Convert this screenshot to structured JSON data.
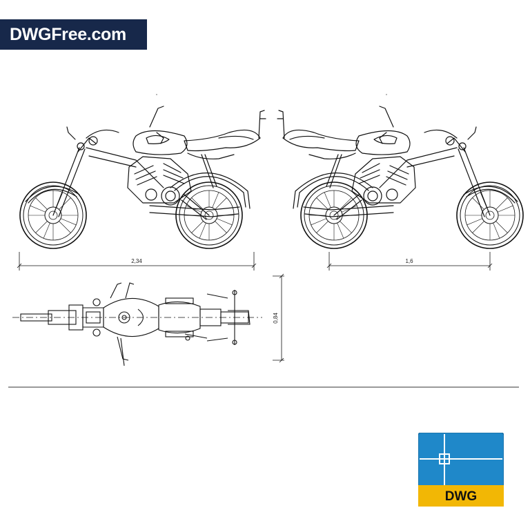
{
  "header": {
    "brand": "DWGFree.com"
  },
  "dimensions": {
    "side_length": "2,34",
    "wheelbase": "1,6",
    "width": "0,84"
  },
  "badge": {
    "label": "DWG"
  },
  "colors": {
    "brand_bg": "#17284a",
    "badge_blue": "#1f88c9",
    "badge_yellow": "#f2b705",
    "line": "#111111"
  }
}
